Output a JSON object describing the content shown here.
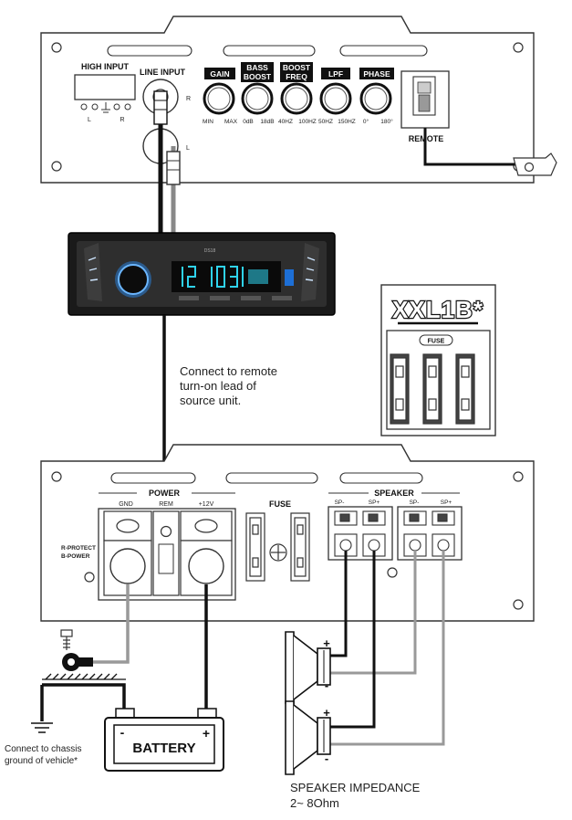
{
  "top_panel": {
    "high_input": "HIGH INPUT",
    "line_input": "LINE INPUT",
    "hi_l": "L",
    "hi_r": "R",
    "rca_r": "R",
    "rca_l": "L",
    "remote": "REMOTE",
    "knobs": [
      {
        "label": "GAIN",
        "min": "MIN",
        "max": "MAX"
      },
      {
        "label_1": "BASS",
        "label_2": "BOOST",
        "min": "0dB",
        "max": "18dB"
      },
      {
        "label_1": "BOOST",
        "label_2": "FREQ",
        "min": "40HZ",
        "max": "100HZ"
      },
      {
        "label": "LPF",
        "min": "50HZ",
        "max": "150HZ"
      },
      {
        "label": "PHASE",
        "min": "0°",
        "max": "180°"
      }
    ]
  },
  "head_unit": {
    "brand": "DS18"
  },
  "notes": {
    "remote_line1": "Connect to remote",
    "remote_line2": "turn-on lead of",
    "remote_line3": "source unit.",
    "chassis_line1": "Connect to chassis",
    "chassis_line2": "ground of vehicle*"
  },
  "fuse_box": {
    "model": "XXL1B*",
    "fuse_label": "FUSE"
  },
  "bottom_panel": {
    "power": "POWER",
    "gnd": "GND",
    "rem": "REM",
    "plus12": "+12V",
    "r_protect": "R-PROTECT",
    "b_power": "B-POWER",
    "fuse": "FUSE",
    "speaker": "SPEAKER",
    "sp_labels": [
      "SP-",
      "SP+",
      "SP-",
      "SP+"
    ]
  },
  "battery": {
    "label": "BATTERY",
    "minus": "-",
    "plus": "+"
  },
  "speakers": {
    "plus": "+",
    "minus": "-",
    "impedance_line1": "SPEAKER IMPEDANCE",
    "impedance_line2": "2~ 8Ohm"
  }
}
